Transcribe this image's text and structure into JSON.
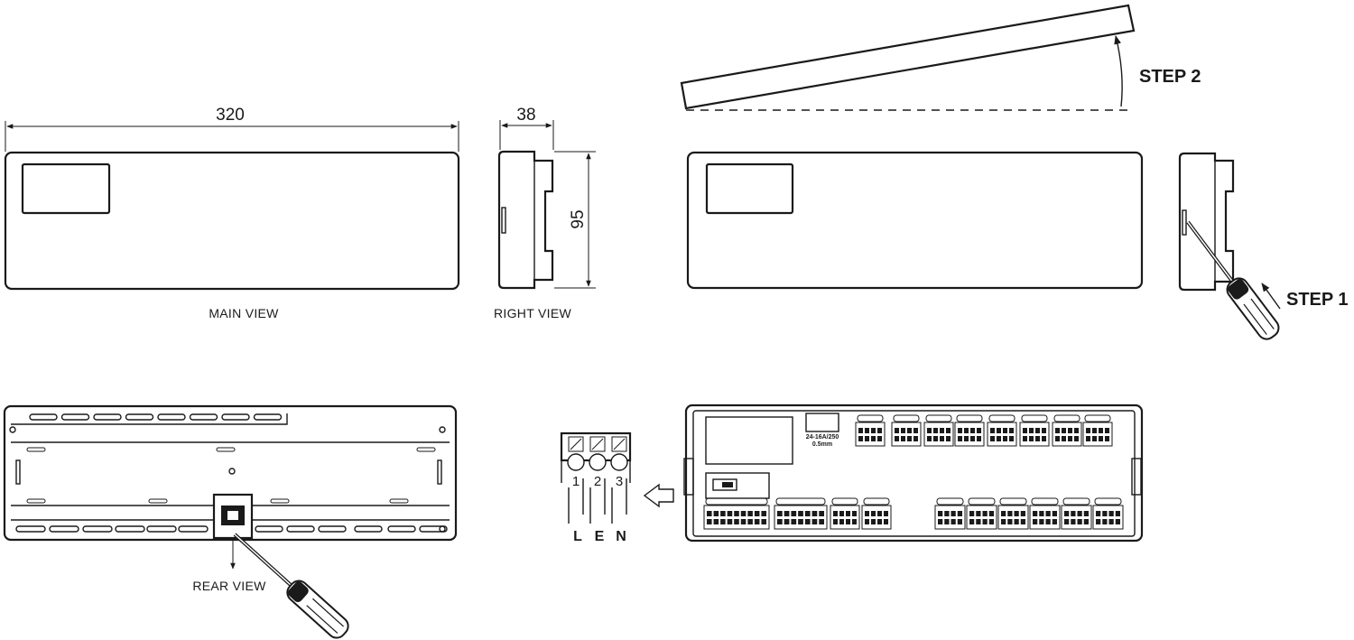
{
  "dimensions": {
    "width": "320",
    "depth": "38",
    "height": "95"
  },
  "views": {
    "main": "MAIN VIEW",
    "right": "RIGHT VIEW",
    "rear": "REAR VIEW"
  },
  "steps": {
    "step1": "STEP 1",
    "step2": "STEP 2"
  },
  "terminal_block": {
    "numbers": [
      "1",
      "2",
      "3"
    ],
    "labels": [
      "L",
      "E",
      "N"
    ]
  },
  "board_markings": {
    "line1": "24-16A/250",
    "line2": "0.5mm"
  },
  "colors": {
    "line": "#1a1a1a",
    "background": "#ffffff"
  }
}
